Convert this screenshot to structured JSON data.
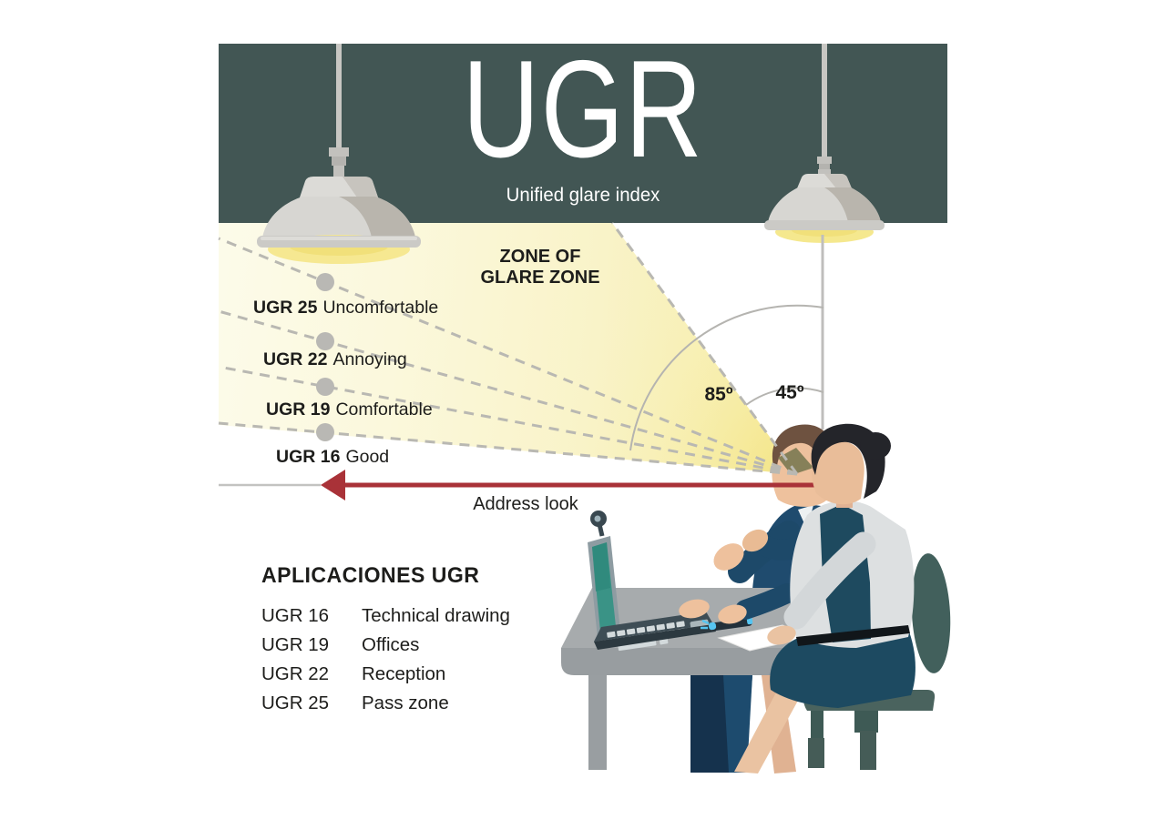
{
  "header": {
    "title": "UGR",
    "subtitle": "Unified glare index"
  },
  "diagram": {
    "zone_line1": "ZONE OF",
    "zone_line2": "GLARE ZONE",
    "angle_outer": "85º",
    "angle_inner": "45º",
    "gaze_label": "Address look",
    "scale": [
      {
        "code": "UGR 25",
        "label": "Uncomfortable"
      },
      {
        "code": "UGR 22",
        "label": "Annoying"
      },
      {
        "code": "UGR 19",
        "label": "Comfortable"
      },
      {
        "code": "UGR 16",
        "label": "Good"
      }
    ]
  },
  "applications": {
    "heading": "APLICACIONES UGR",
    "rows": [
      {
        "code": "UGR 16",
        "label": "Technical drawing"
      },
      {
        "code": "UGR 19",
        "label": "Offices"
      },
      {
        "code": "UGR 22",
        "label": "Reception"
      },
      {
        "code": "UGR 25",
        "label": "Pass zone"
      }
    ]
  },
  "colors": {
    "band": "#425654",
    "beam_yellow": "#f6eca4",
    "lamp_glow": "#f3e27c",
    "arrow_red": "#a93238",
    "dash_gray": "#b9b8b2",
    "suit_navy": "#1d4b6e",
    "dress_teal": "#1d4a61",
    "chair_green": "#42605c",
    "desk_gray": "#a0a4a6",
    "screen_teal": "#3a9386",
    "text": "#1d1d1b"
  }
}
